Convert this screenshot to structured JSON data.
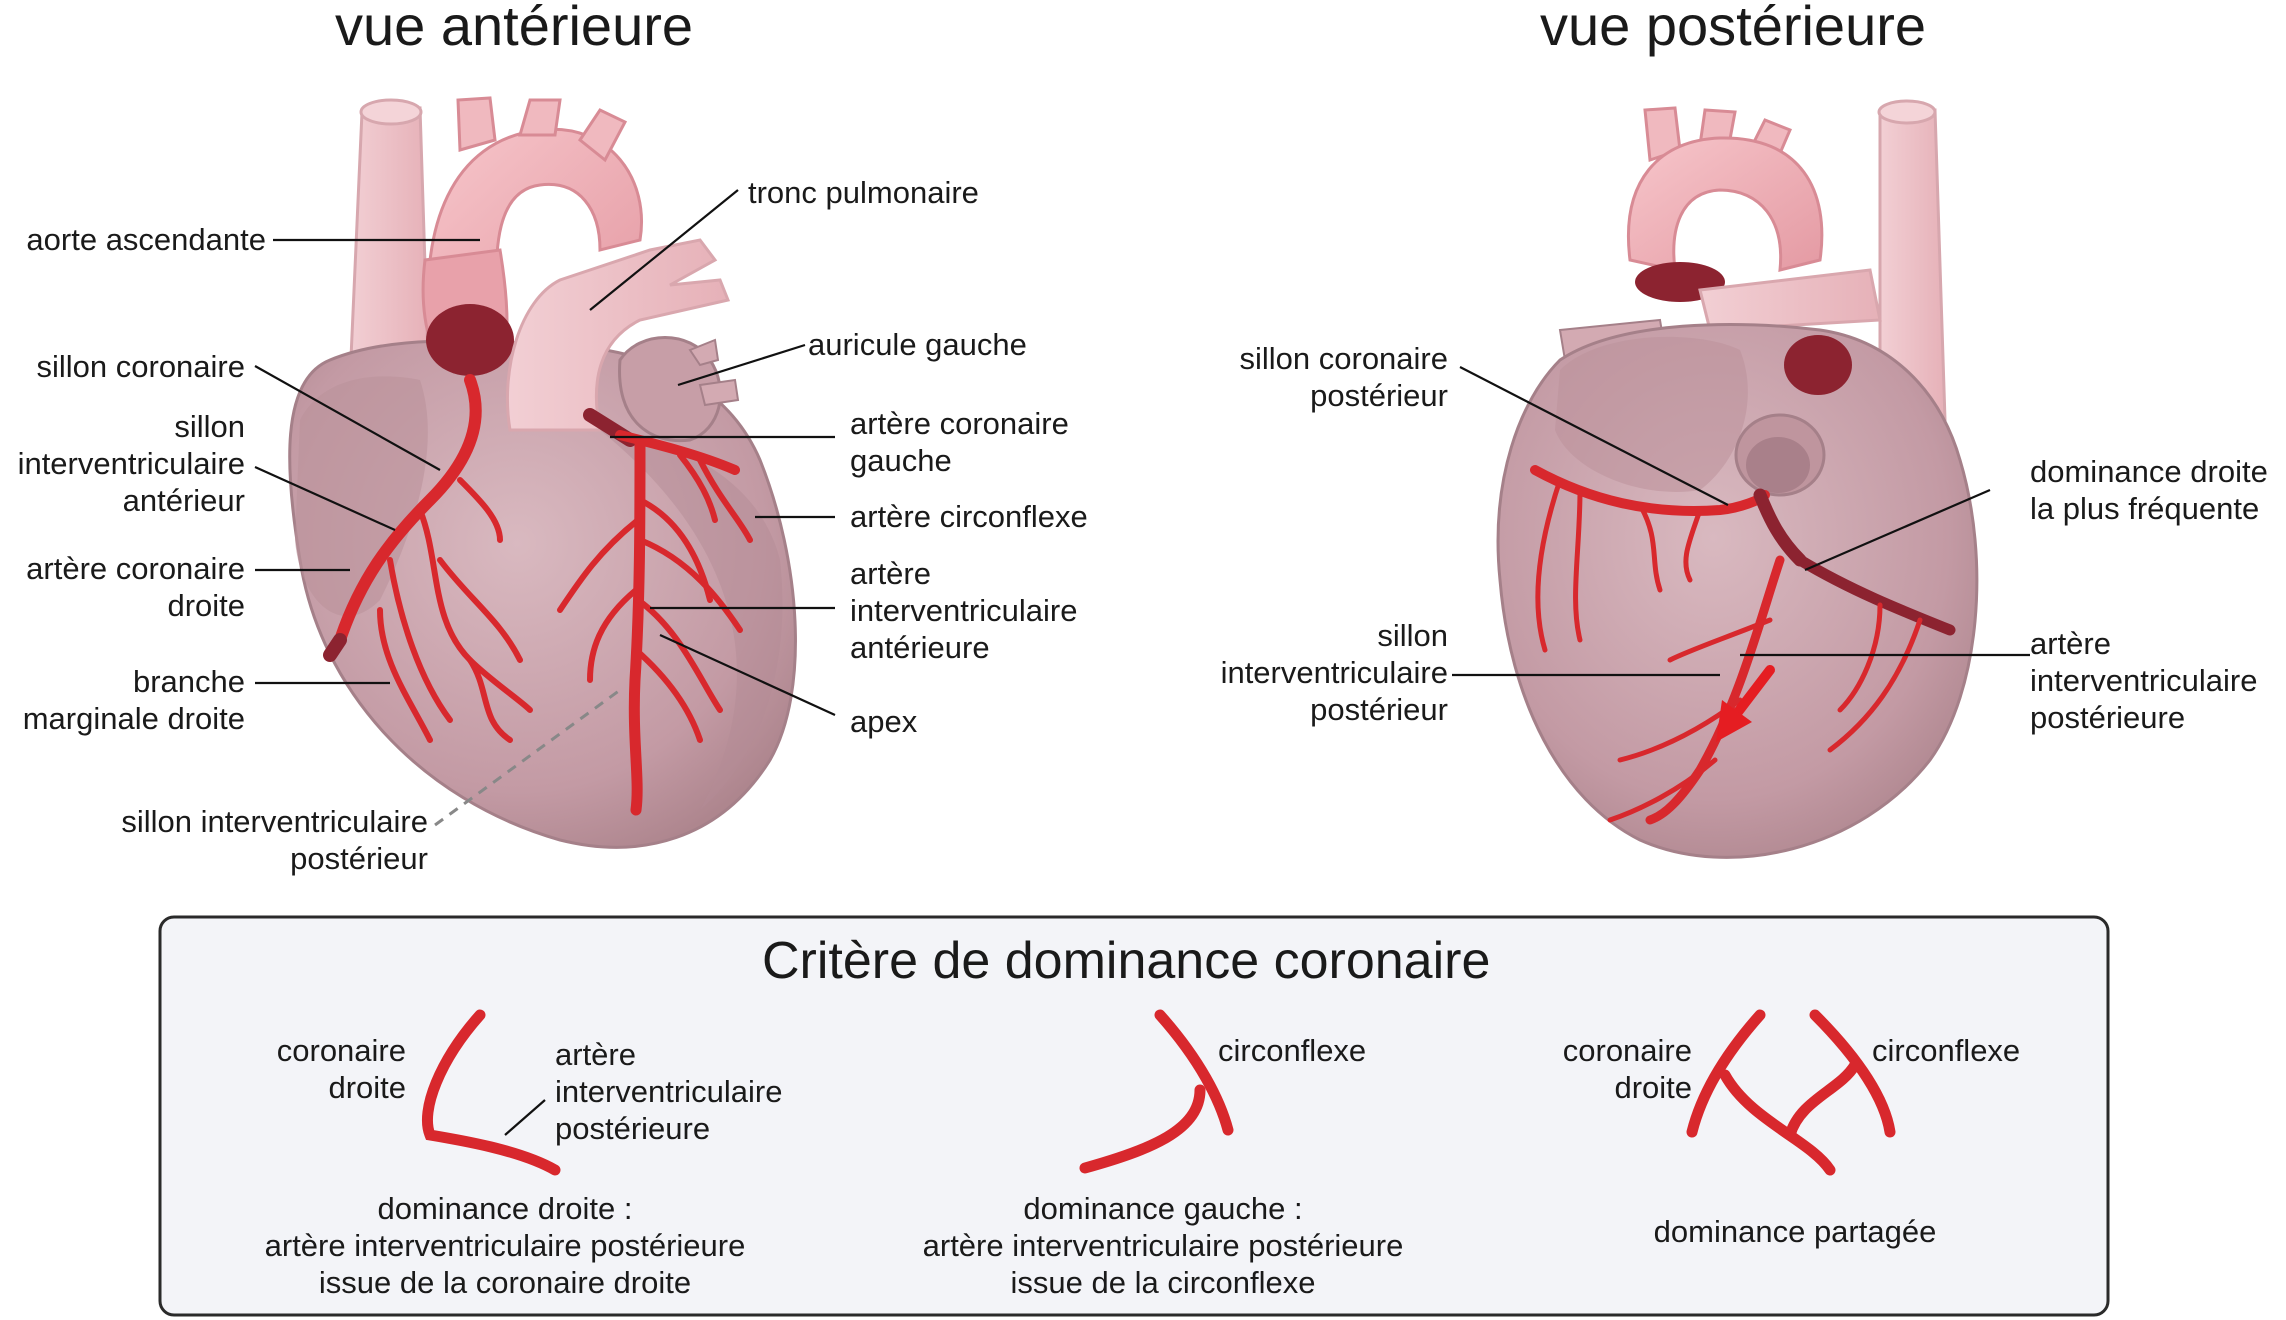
{
  "titles": {
    "anterior": "vue antérieure",
    "posterior": "vue postérieure"
  },
  "anterior_labels": {
    "aorte": "aorte ascendante",
    "tronc": "tronc pulmonaire",
    "auricule": "auricule gauche",
    "sillon_coronaire": "sillon coronaire",
    "sillon_iv_ant": [
      "sillon",
      "interventriculaire",
      "antérieur"
    ],
    "coronaire_gauche": [
      "artère coronaire",
      "gauche"
    ],
    "circonflexe": "artère circonflexe",
    "coronaire_droite": [
      "artère coronaire",
      "droite"
    ],
    "iv_anterieure": [
      "artère",
      "interventriculaire",
      "antérieure"
    ],
    "marginale": [
      "branche",
      "marginale droite"
    ],
    "apex": "apex",
    "sillon_iv_post": [
      "sillon interventriculaire",
      "postérieur"
    ]
  },
  "posterior_labels": {
    "sillon_coronaire_post": [
      "sillon coronaire",
      "postérieur"
    ],
    "dominance": [
      "dominance droite",
      "la plus fréquente"
    ],
    "sillon_iv_post": [
      "sillon",
      "interventriculaire",
      "postérieur"
    ],
    "iv_post": [
      "artère",
      "interventriculaire",
      "postérieure"
    ]
  },
  "dominance_box": {
    "title": "Critère de dominance coronaire",
    "right": {
      "coronaire": [
        "coronaire",
        "droite"
      ],
      "ivp": [
        "artère",
        "interventriculaire",
        "postérieure"
      ],
      "caption": [
        "dominance droite :",
        "artère interventriculaire postérieure",
        "issue de la coronaire droite"
      ]
    },
    "left": {
      "circonflexe": "circonflexe",
      "caption": [
        "dominance gauche :",
        "artère interventriculaire postérieure",
        "issue de la circonflexe"
      ]
    },
    "shared": {
      "coronaire": [
        "coronaire",
        "droite"
      ],
      "circonflexe": "circonflexe",
      "caption": "dominance partagée"
    }
  },
  "colors": {
    "heart": "#c9a4ad",
    "heart_dark": "#a9838d",
    "vessel_pink": "#efb6bc",
    "vessel_light": "#f6d8dc",
    "artery": "#d8282d",
    "artery_dark": "#8c2330",
    "box_bg": "#f3f4f8"
  }
}
